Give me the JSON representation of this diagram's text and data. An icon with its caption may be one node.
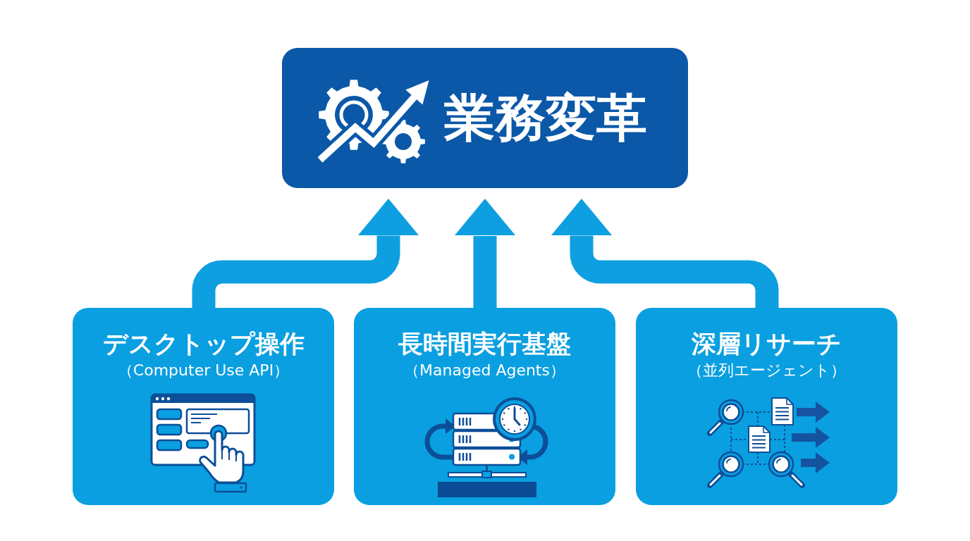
{
  "diagram": {
    "nodes": [
      {
        "text": [
          "業務変革"
        ]
      },
      {
        "text": [
          "デスクトップ操作",
          "（Computer Use API）"
        ]
      },
      {
        "text": [
          "長時間実行基盤",
          "（Managed Agents）"
        ]
      },
      {
        "text": [
          "深層リサーチ",
          "（並列エージェント）"
        ]
      }
    ],
    "edges": [
      {
        "from": 1,
        "to": 0,
        "arrow": "to"
      },
      {
        "from": 2,
        "to": 0,
        "arrow": "to"
      },
      {
        "from": 3,
        "to": 0,
        "arrow": "to"
      }
    ]
  }
}
